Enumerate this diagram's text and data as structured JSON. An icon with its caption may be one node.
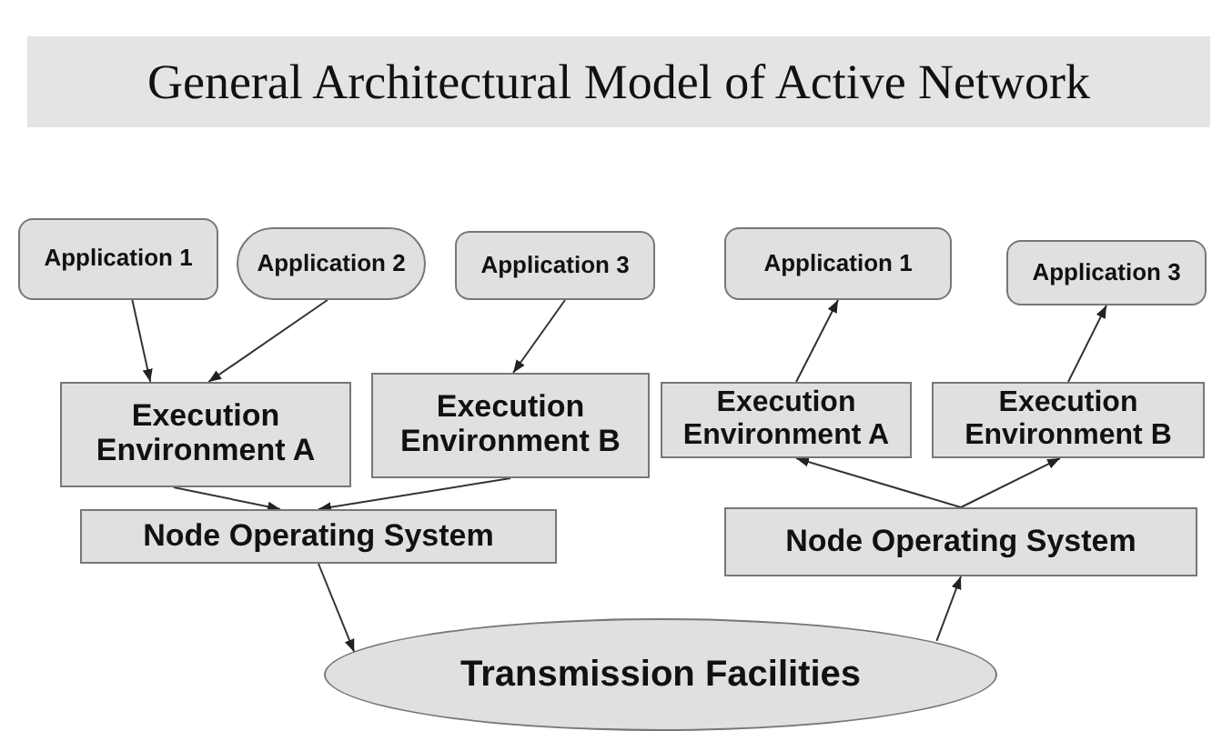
{
  "diagram": {
    "title": "General Architectural Model of Active Network",
    "nodes": [
      {
        "text": [
          "Application 1"
        ]
      },
      {
        "text": [
          "Application 2"
        ]
      },
      {
        "text": [
          "Application 3"
        ]
      },
      {
        "text": [
          "Application 1"
        ]
      },
      {
        "text": [
          "Application 3"
        ]
      },
      {
        "text": [
          "Execution Environment A"
        ]
      },
      {
        "text": [
          "Execution Environment B"
        ]
      },
      {
        "text": [
          "Execution Environment A"
        ]
      },
      {
        "text": [
          "Execution Environment B"
        ]
      },
      {
        "text": [
          "Node Operating System"
        ]
      },
      {
        "text": [
          "Node Operating System"
        ]
      },
      {
        "text": [
          "Transmission Facilities"
        ]
      }
    ],
    "edges": [
      {
        "from": 0,
        "to": 5,
        "arrow": "to"
      },
      {
        "from": 1,
        "to": 5,
        "arrow": "to"
      },
      {
        "from": 2,
        "to": 6,
        "arrow": "to"
      },
      {
        "from": 5,
        "to": 9,
        "arrow": "to"
      },
      {
        "from": 6,
        "to": 9,
        "arrow": "to"
      },
      {
        "from": 9,
        "to": 11,
        "arrow": "to"
      },
      {
        "from": 11,
        "to": 10,
        "arrow": "to"
      },
      {
        "from": 10,
        "to": 7,
        "arrow": "to"
      },
      {
        "from": 10,
        "to": 8,
        "arrow": "to"
      },
      {
        "from": 7,
        "to": 3,
        "arrow": "to"
      },
      {
        "from": 8,
        "to": 4,
        "arrow": "to"
      }
    ]
  }
}
